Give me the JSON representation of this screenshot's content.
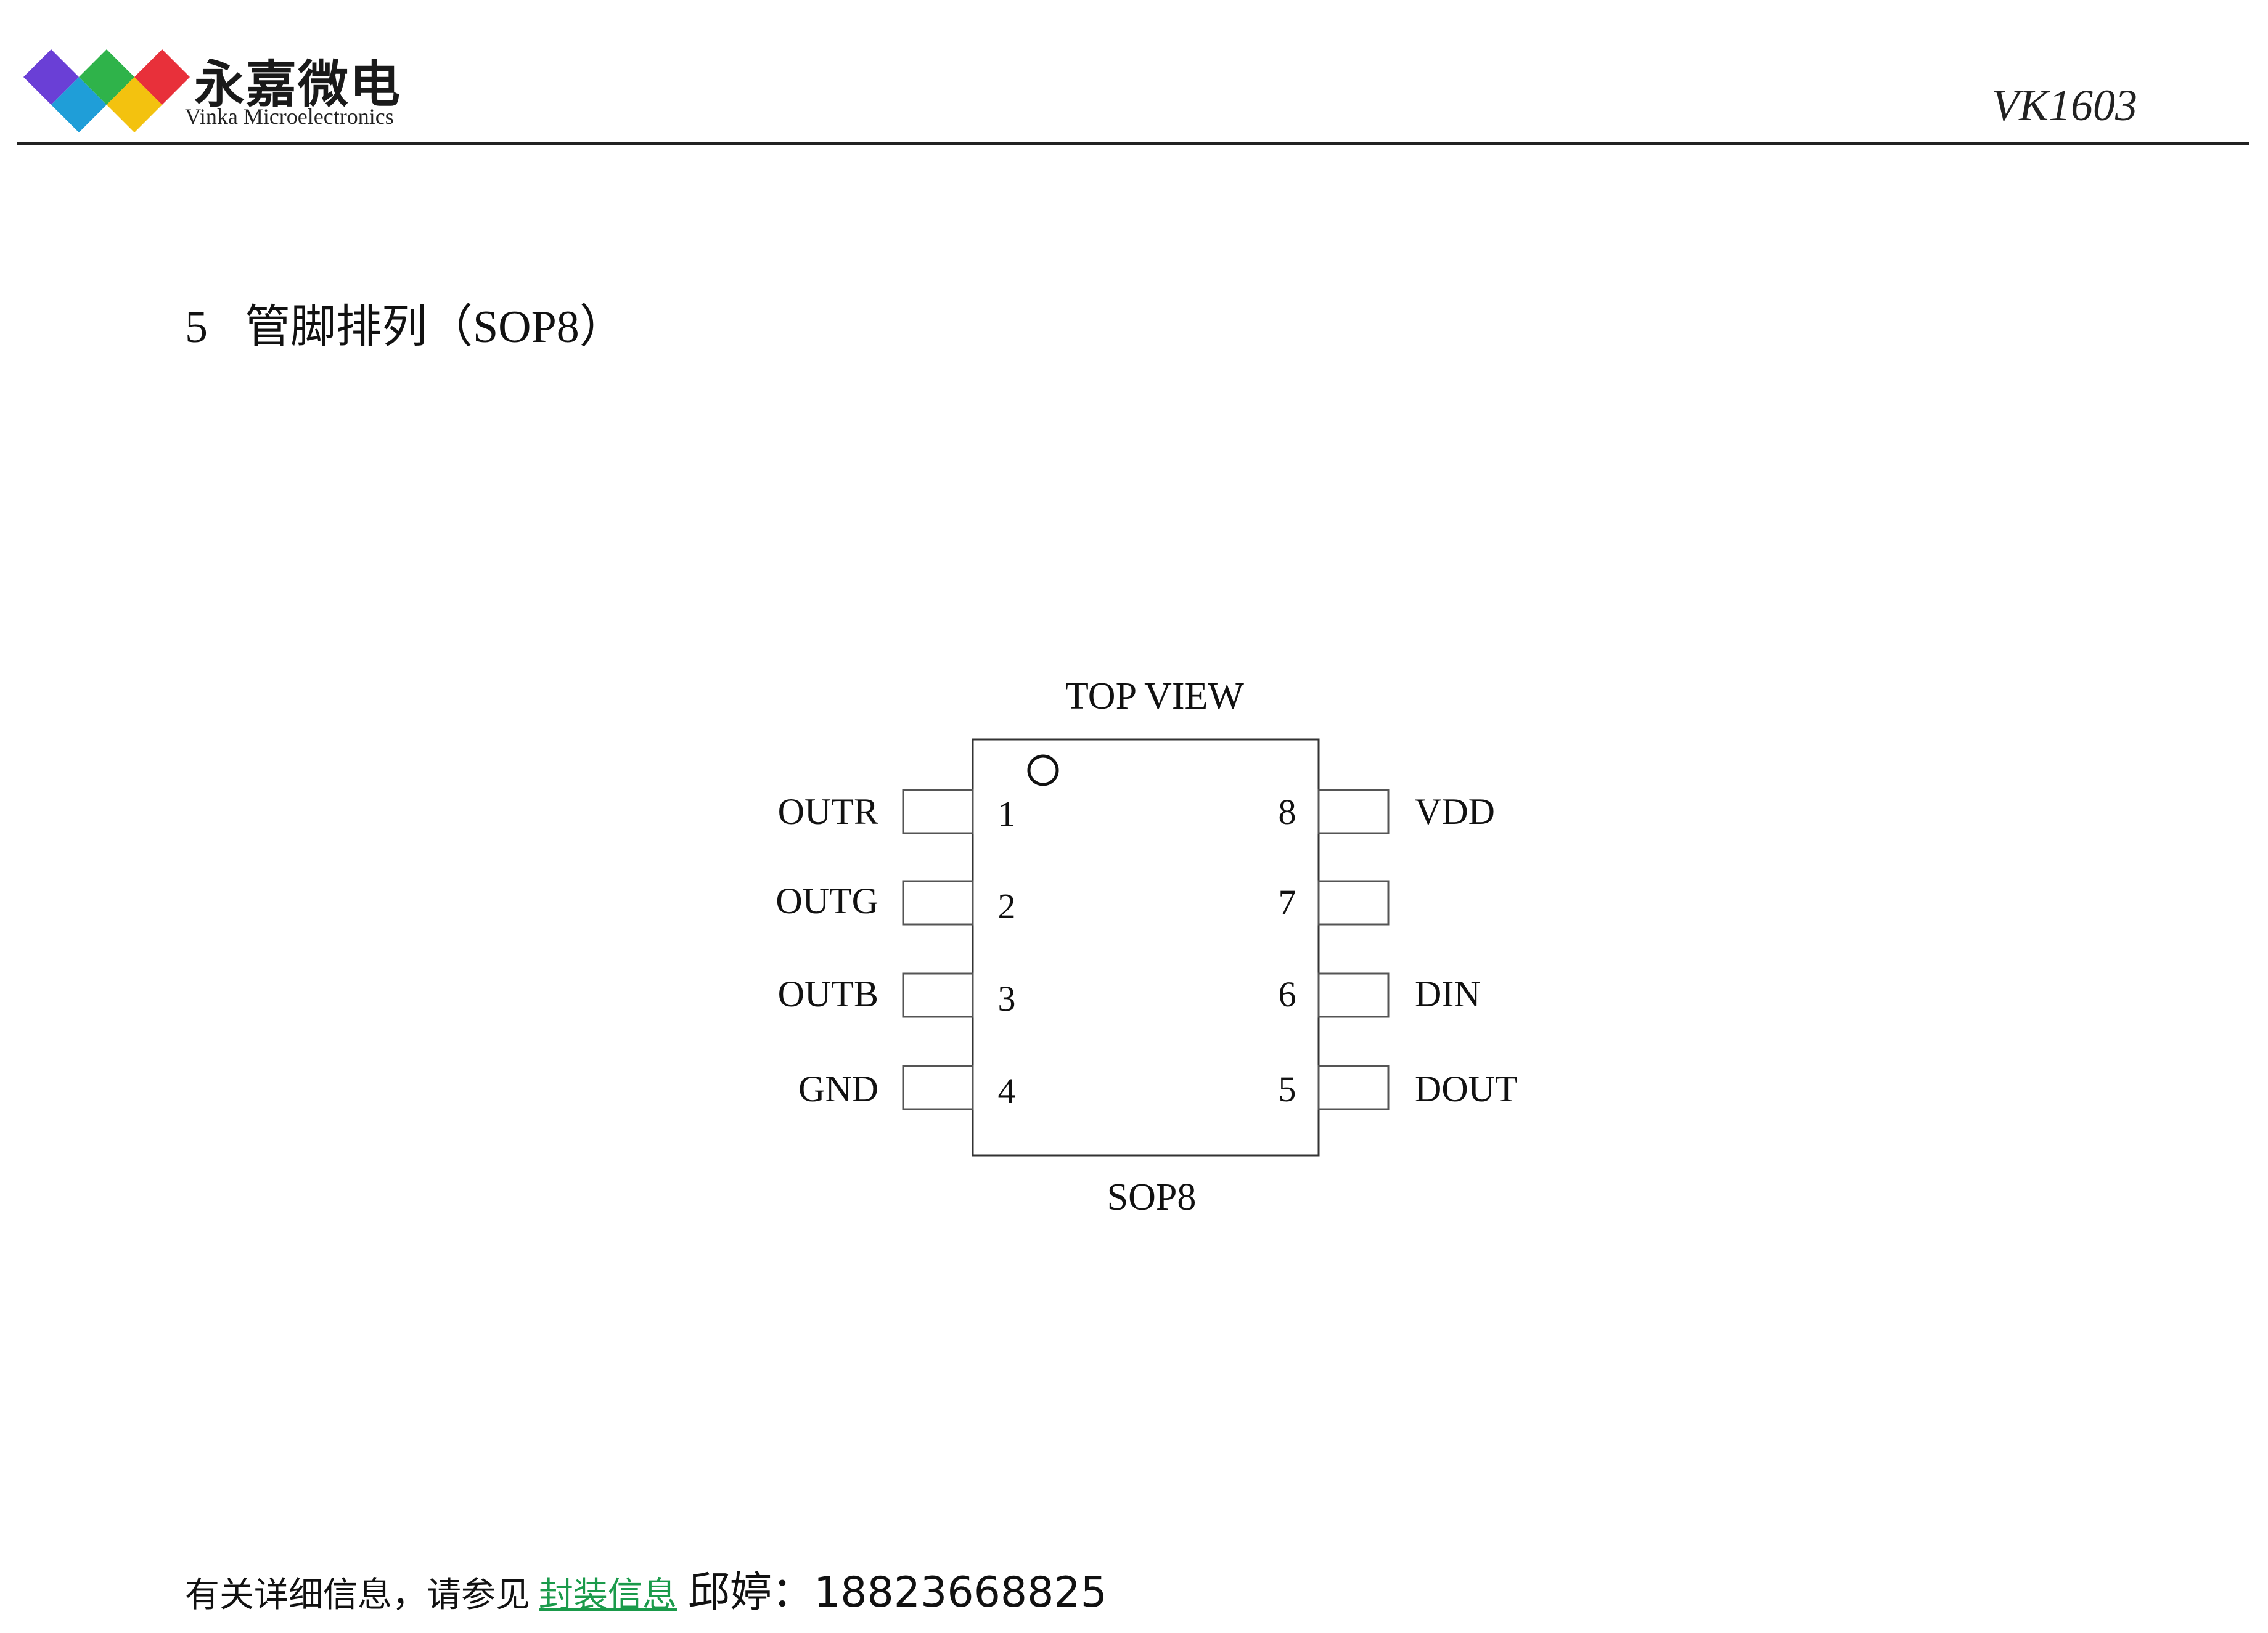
{
  "header": {
    "logo_cn": "永嘉微电",
    "logo_en": "Vinka Microelectronics",
    "doc_title": "VK1603",
    "logo_colors": [
      "#6a3fd6",
      "#2fb34a",
      "#e8303a",
      "#1f9ed8",
      "#f3c20f"
    ]
  },
  "section": {
    "number": "5",
    "title": "管脚排列（SOP8）"
  },
  "diagram": {
    "top_label": "TOP VIEW",
    "package_label": "SOP8",
    "left_pins": [
      {
        "num": "1",
        "name": "OUTR"
      },
      {
        "num": "2",
        "name": "OUTG"
      },
      {
        "num": "3",
        "name": "OUTB"
      },
      {
        "num": "4",
        "name": "GND"
      }
    ],
    "right_pins": [
      {
        "num": "8",
        "name": "VDD"
      },
      {
        "num": "7",
        "name": ""
      },
      {
        "num": "6",
        "name": "DIN"
      },
      {
        "num": "5",
        "name": "DOUT"
      }
    ]
  },
  "footer": {
    "text": "有关详细信息，请参见",
    "link": "封装信息",
    "contact": "邱婷：18823668825"
  }
}
